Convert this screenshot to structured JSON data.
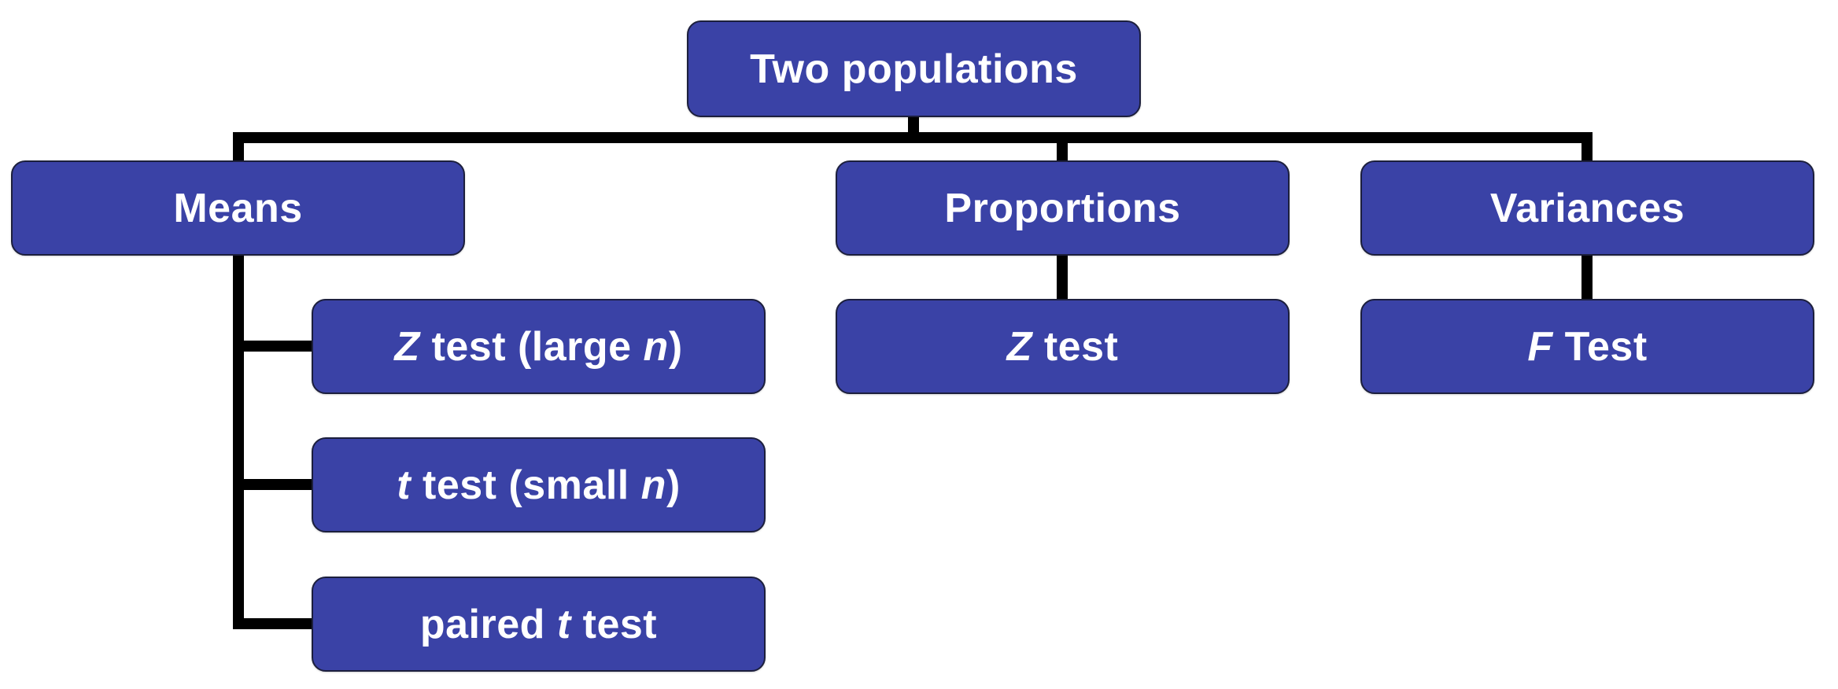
{
  "diagram": {
    "root": {
      "label": "Two populations"
    },
    "categories": {
      "means": {
        "label": "Means"
      },
      "proportions": {
        "label": "Proportions"
      },
      "variances": {
        "label": "Variances"
      }
    },
    "tests": {
      "z_large": {
        "var": "Z",
        "mid": " test (large ",
        "var2": "n",
        "end": ")"
      },
      "t_small": {
        "var": "t",
        "mid": " test (small ",
        "var2": "n",
        "end": ")"
      },
      "paired": {
        "pre": "paired ",
        "var": "t",
        "end": " test"
      },
      "z_prop": {
        "var": "Z",
        "end": " test"
      },
      "f_test": {
        "var": "F",
        "end": " Test"
      }
    }
  },
  "colors": {
    "node_fill": "#3a42a6",
    "node_border": "#1c1f3d",
    "node_text": "#ffffff",
    "connector": "#000000",
    "background": "#ffffff"
  }
}
